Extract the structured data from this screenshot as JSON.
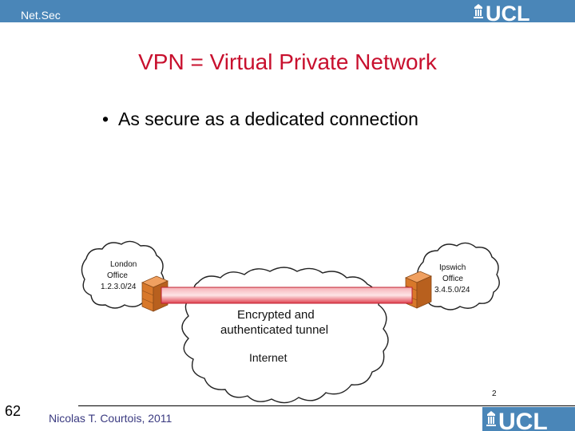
{
  "header": {
    "course": "Net.Sec",
    "logo_text": "UCL"
  },
  "slide": {
    "title": "VPN = Virtual Private Network",
    "bullet": "As secure as a dedicated connection"
  },
  "diagram": {
    "left_site": {
      "line1": "London",
      "line2": "Office",
      "line3": "1.2.3.0/24"
    },
    "right_site": {
      "line1": "Ipswich",
      "line2": "Office",
      "line3": "3.4.5.0/24"
    },
    "tunnel": {
      "line1": "Encrypted and",
      "line2": "authenticated tunnel"
    },
    "cloud_label": "Internet",
    "inner_page_number": "2"
  },
  "footer": {
    "page_number": "62",
    "author": "Nicolas T. Courtois, 2011",
    "logo_text": "UCL"
  },
  "colors": {
    "bar": "#4a86b8",
    "title": "#c8102e",
    "tunnel": "#e23a4a",
    "firewall": "#d8782a"
  }
}
